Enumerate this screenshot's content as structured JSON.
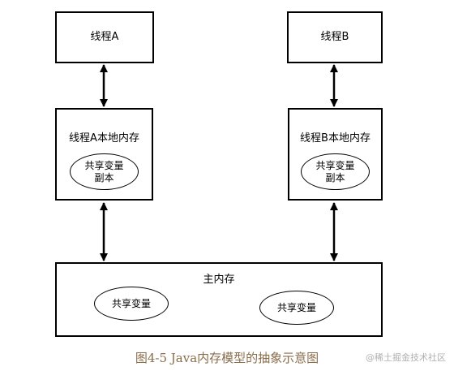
{
  "diagram": {
    "thread_a": {
      "label": "线程A"
    },
    "thread_b": {
      "label": "线程B"
    },
    "local_a": {
      "label": "线程A本地内存",
      "copy_line1": "共享变量",
      "copy_line2": "副本"
    },
    "local_b": {
      "label": "线程B本地内存",
      "copy_line1": "共享变量",
      "copy_line2": "副本"
    },
    "main_memory": {
      "label": "主内存",
      "shared_var_1": "共享变量",
      "shared_var_2": "共享变量"
    }
  },
  "caption": "图4-5 Java内存模型的抽象示意图",
  "watermark": "@稀土掘金技术社区"
}
